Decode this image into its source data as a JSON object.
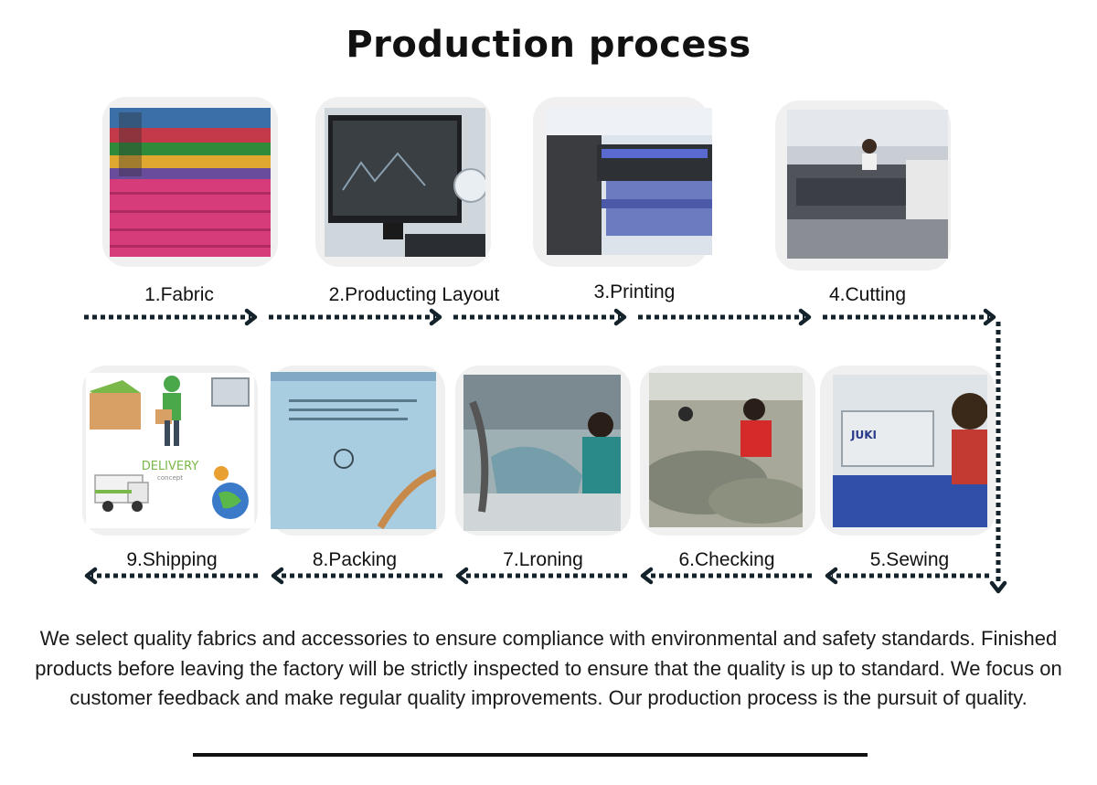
{
  "title": "Production process",
  "steps": [
    {
      "label": "1.Fabric",
      "icon": "fabric-rolls-photo"
    },
    {
      "label": "2.Producting Layout",
      "icon": "computer-layout-photo"
    },
    {
      "label": "3.Printing",
      "icon": "printing-machine-photo"
    },
    {
      "label": "4.Cutting",
      "icon": "cutting-workshop-photo"
    },
    {
      "label": "5.Sewing",
      "icon": "sewing-machine-photo"
    },
    {
      "label": "6.Checking",
      "icon": "quality-checking-photo"
    },
    {
      "label": "7.Lroning",
      "icon": "ironing-photo"
    },
    {
      "label": "8.Packing",
      "icon": "packing-bag-photo"
    },
    {
      "label": "9.Shipping",
      "icon": "delivery-illustration"
    }
  ],
  "delivery": {
    "word": "DELIVERY",
    "sub": "concept"
  },
  "packing_brand": "JUKI",
  "description": "We select quality fabrics and accessories to ensure compliance with environmental and safety standards. Finished products before leaving the factory will be strictly inspected to ensure that the quality is up to standard. We focus on customer feedback and make regular quality improvements. Our production process is the pursuit of quality.",
  "colors": {
    "arrow": "#14232b",
    "text": "#111111",
    "frame": "#f0f0f0"
  }
}
